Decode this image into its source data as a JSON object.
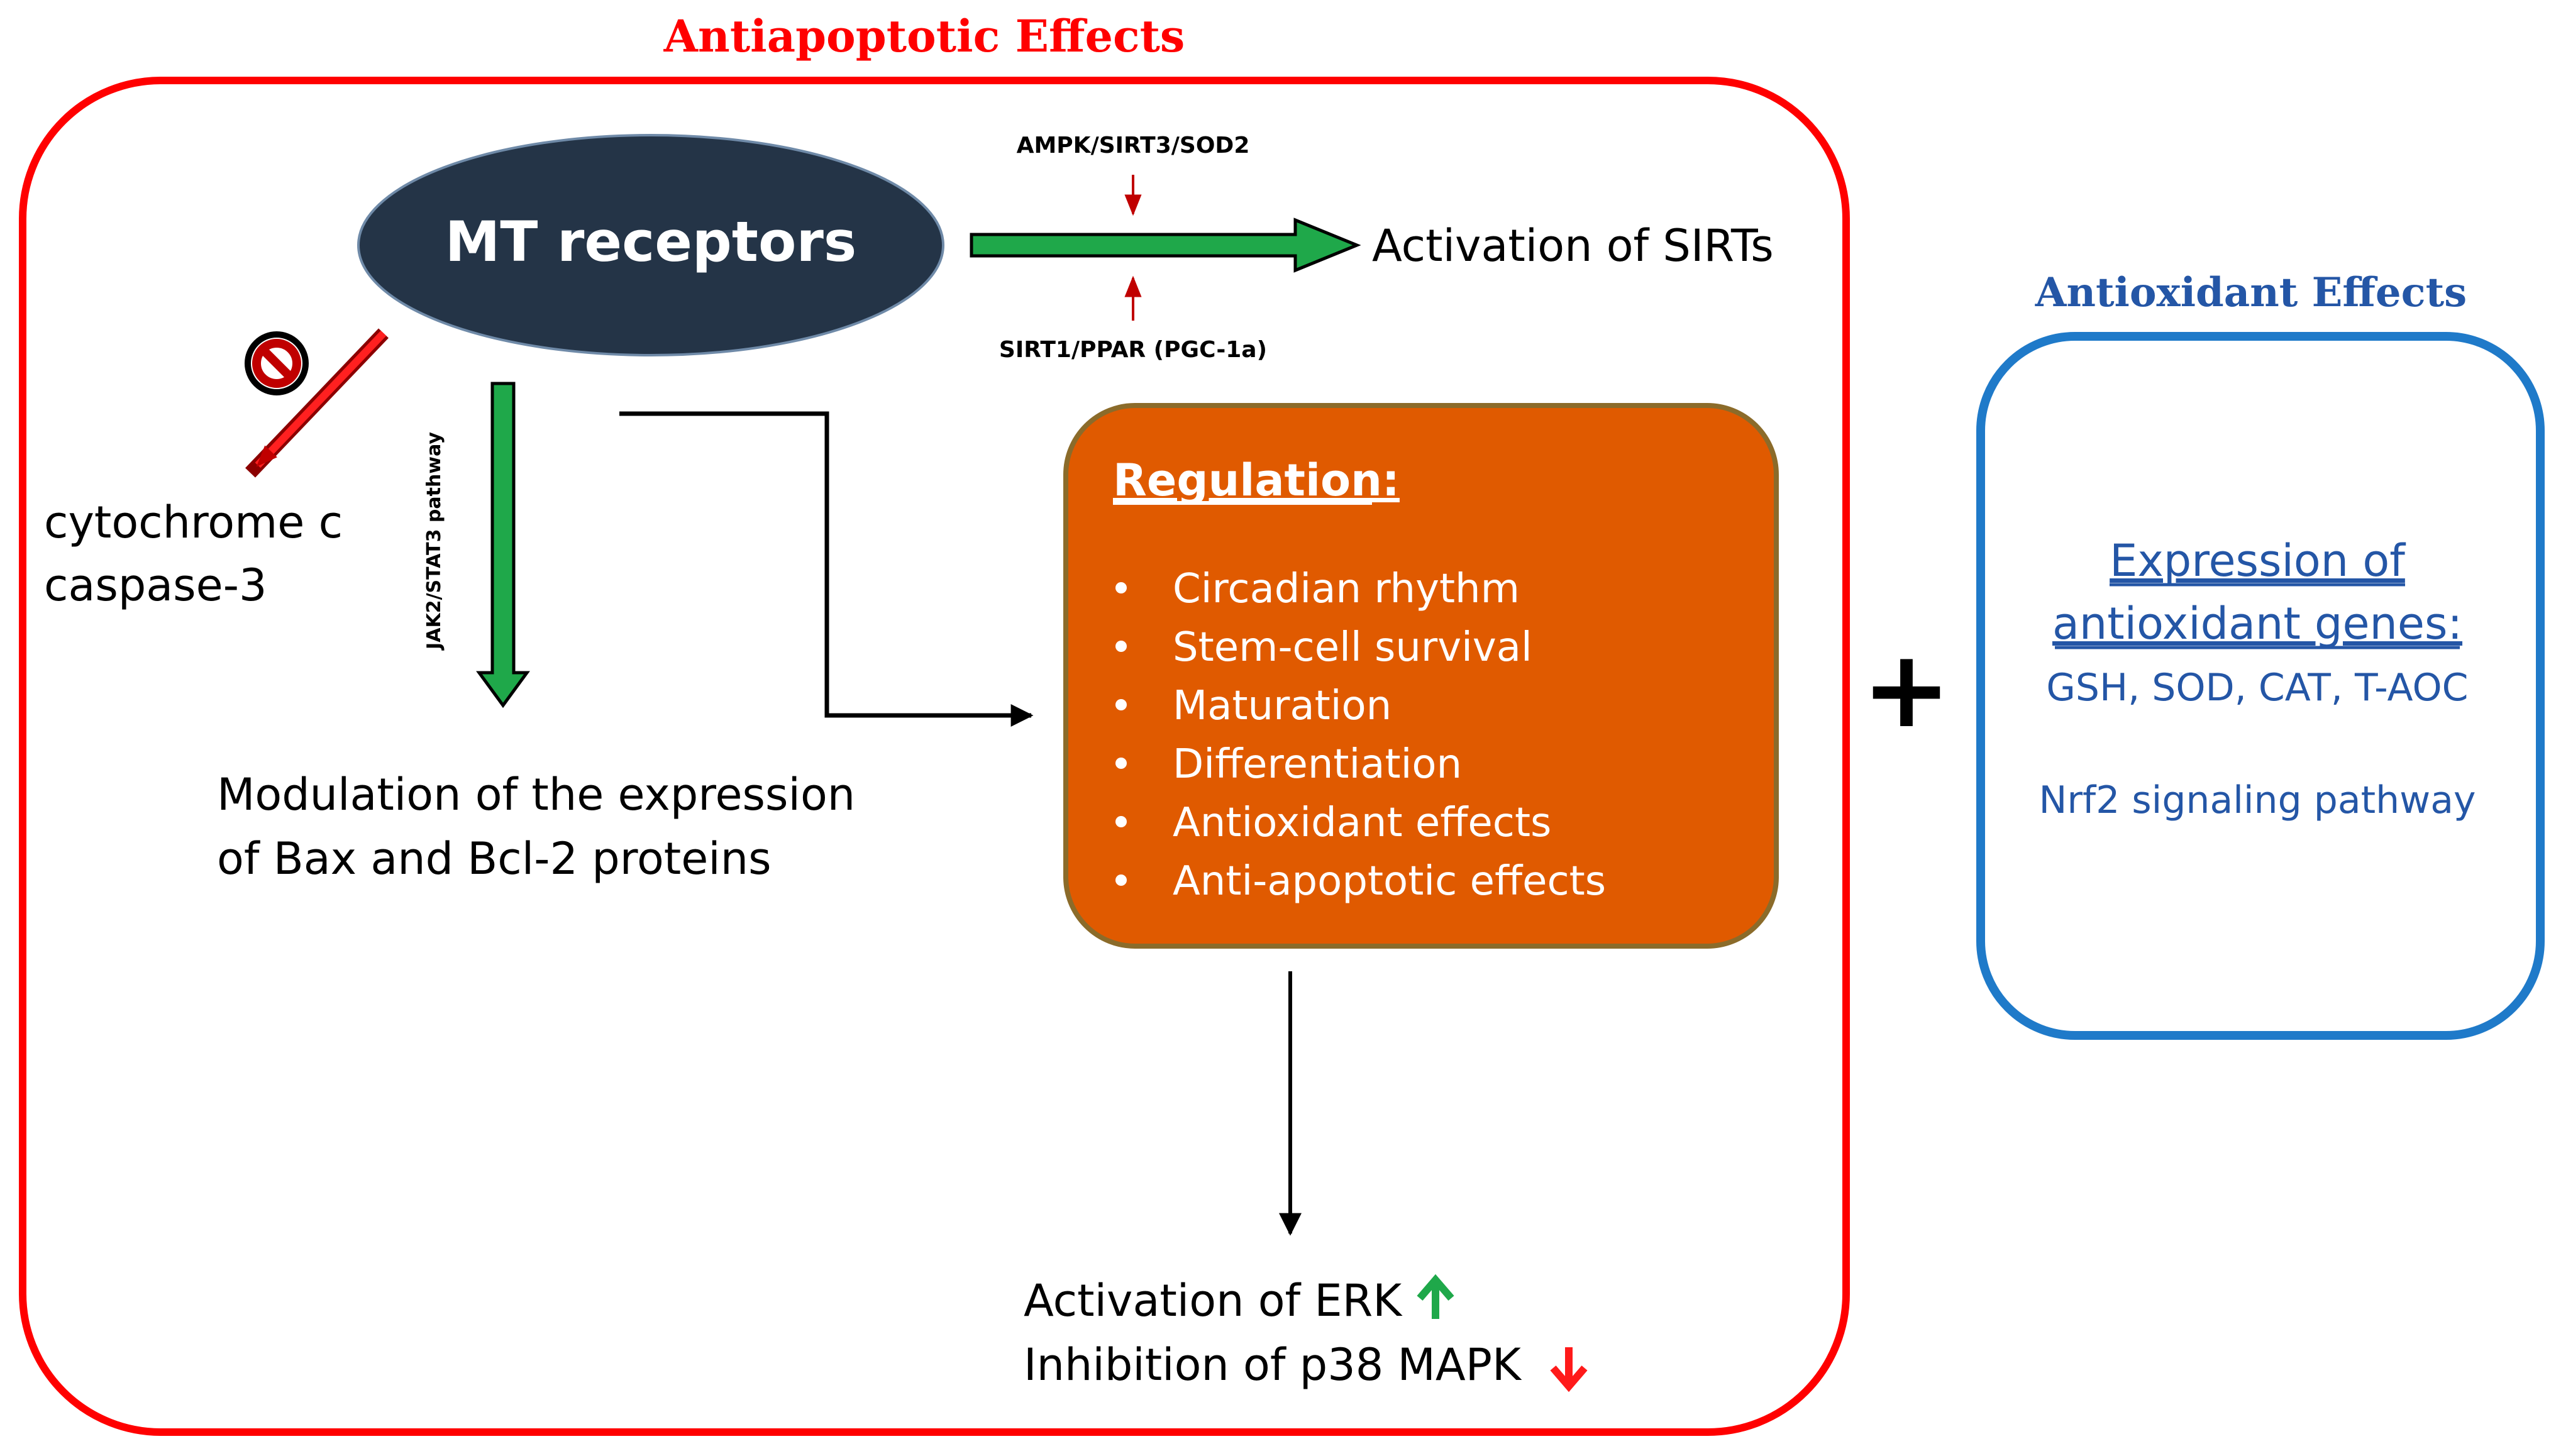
{
  "antiapoptotic": {
    "title": "Antiapoptotic Effects",
    "receptor_label": "MT receptors",
    "sirt_top_label": "AMPK/SIRT3/SOD2",
    "sirt_bottom_label": "SIRT1/PPAR (PGC-1a)",
    "sirt_target": "Activation of SIRTs",
    "inhibited_targets": [
      "cytochrome c",
      "caspase-3"
    ],
    "jak_label": "JAK2/STAT3 pathway",
    "modulation_lines": [
      "Modulation of the expression",
      "of Bax and Bcl-2 proteins"
    ],
    "regulation": {
      "title": "Regulation:",
      "items": [
        "Circadian rhythm",
        "Stem-cell survival",
        "Maturation",
        "Differentiation",
        "Antioxidant effects",
        "Anti-apoptotic effects"
      ]
    },
    "erk_label": "Activation of ERK",
    "p38_label": "Inhibition of p38 MAPK"
  },
  "plus_sign": "+",
  "antioxidant": {
    "title": "Antioxidant Effects",
    "genes_title_lines": [
      "Expression of",
      "antioxidant genes:"
    ],
    "genes_list": "GSH, SOD, CAT, T-AOC",
    "pathway": "Nrf2 signaling pathway"
  },
  "colors": {
    "red_border": "#ff0000",
    "blue_border": "#1f7ac9",
    "ellipse_fill": "#243447",
    "regulation_fill": "#e05a00",
    "regulation_border": "#8b6b2a",
    "green_arrow": "#1fa84a",
    "blue_text": "#2456a6",
    "title_red": "#ff0000"
  },
  "icons": [
    "prohibited-icon",
    "up-arrow-icon",
    "down-arrow-icon"
  ]
}
